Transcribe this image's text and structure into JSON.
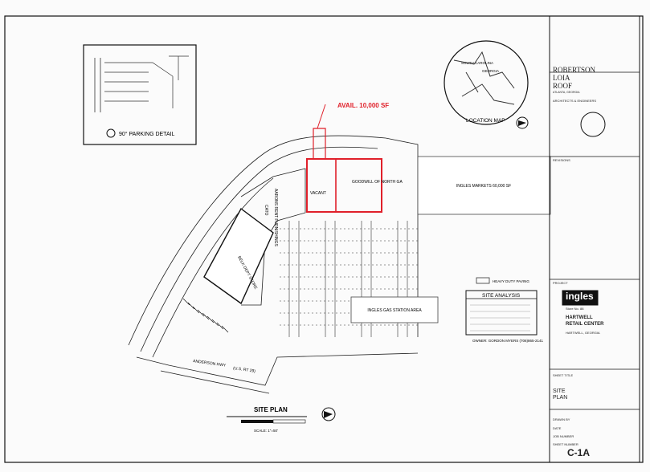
{
  "labels": {
    "avail": "AVAIL. 10,000 SF",
    "goodwill": "GOODWILL OF NORTH GA",
    "vacant": "VACANT",
    "ingles_markets": "INGLES MARKETS 60,000 SF",
    "belk": "BELK DEPT STORE",
    "gas_station": "INGLES GAS STATION AREA",
    "anderson_hwy": "ANDERSON HWY",
    "us_rt": "(U.S. RT 29)",
    "cato": "CATO",
    "aarons": "AARONS RENT FURNISHINGS",
    "parking_detail": "90° PARKING DETAIL",
    "location_map": "LOCATION MAP",
    "south_carolina": "SOUTH CAROLINA",
    "georgia": "GEORGIA",
    "site_analysis": "SITE ANALYSIS",
    "owner": "OWNER: GORDON MYERS (706)865-2141",
    "heavy_duty": "HEAVY DUTY PAVING",
    "site_plan": "SITE PLAN",
    "scale": "SCALE: 1\"=50'"
  },
  "title_block": {
    "firm_line1": "ROBERTSON",
    "firm_line2": "LOIA",
    "firm_line3": "ROOF",
    "firm_city": "ATLANTA, GEORGIA",
    "firm_sub": "ARCHITECTS & ENGINEERS",
    "revisions": "REVISIONS",
    "project": "PROJECT",
    "logo": "ingles",
    "store_no": "Store No. 88",
    "project_name1": "HARTWELL",
    "project_name2": "RETAIL CENTER",
    "project_city": "HARTWELL, GEORGIA",
    "sheet_title_label": "SHEET TITLE",
    "sheet_title1": "SITE",
    "sheet_title2": "PLAN",
    "drawn_by": "DRAWN BY",
    "date": "DATE",
    "job_number": "JOB NUMBER",
    "sheet_number": "SHEET NUMBER",
    "sheet_id": "C-1A"
  },
  "colors": {
    "highlight": "#e0202a",
    "ink": "#1a1a1a"
  }
}
